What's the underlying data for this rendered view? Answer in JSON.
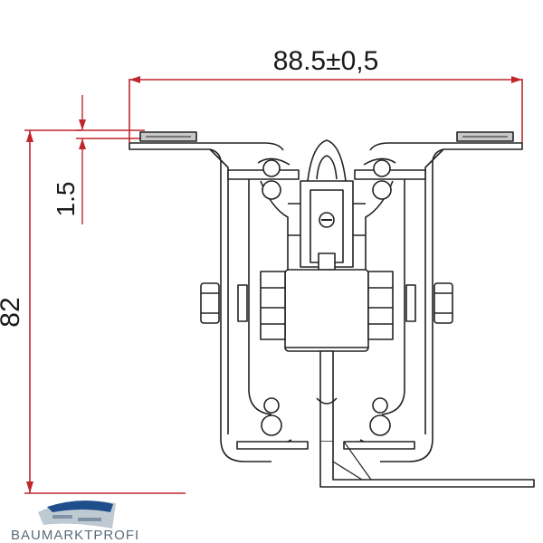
{
  "dimensions": {
    "width_label": "88.5±0,5",
    "offset_label": "1.5",
    "height_label": "82"
  },
  "logo": {
    "text": "BAUMARKTPROFI"
  },
  "colors": {
    "dimension_line": "#c0272d",
    "drawing_line": "#222222",
    "part_fill": "#c8c8c8",
    "logo_wave_dark": "#1f4e8c",
    "logo_wave_light": "#bfc9d2",
    "logo_text": "#5a6c7a"
  }
}
